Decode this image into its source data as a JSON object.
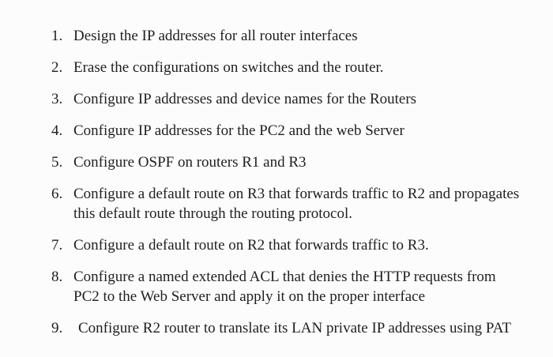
{
  "document": {
    "background_color": "#fcfcfc",
    "text_color": "#1f1f1f",
    "kind": "numbered task list"
  },
  "list": {
    "items": [
      {
        "number": "1.",
        "lines": [
          "Design the IP addresses for all router interfaces"
        ]
      },
      {
        "number": "2.",
        "lines": [
          "Erase the configurations on switches and the router."
        ]
      },
      {
        "number": "3.",
        "lines": [
          "Configure IP addresses and device names for the Routers"
        ]
      },
      {
        "number": "4.",
        "lines": [
          "Configure IP addresses for the PC2 and the web Server"
        ]
      },
      {
        "number": "5.",
        "lines": [
          "Configure OSPF on routers R1 and R3"
        ]
      },
      {
        "number": "6.",
        "lines": [
          "Configure a default route on R3 that forwards traffic to R2 and propagates",
          "this default route through the routing protocol."
        ]
      },
      {
        "number": "7.",
        "lines": [
          "Configure a default route on R2 that forwards traffic to R3."
        ]
      },
      {
        "number": "8.",
        "lines": [
          "Configure a named extended ACL that denies the HTTP requests from",
          "PC2 to the Web Server and apply it on the proper interface"
        ]
      },
      {
        "number": "9.",
        "lines": [
          "Configure R2 router to translate its LAN private IP addresses using PAT"
        ]
      }
    ]
  }
}
